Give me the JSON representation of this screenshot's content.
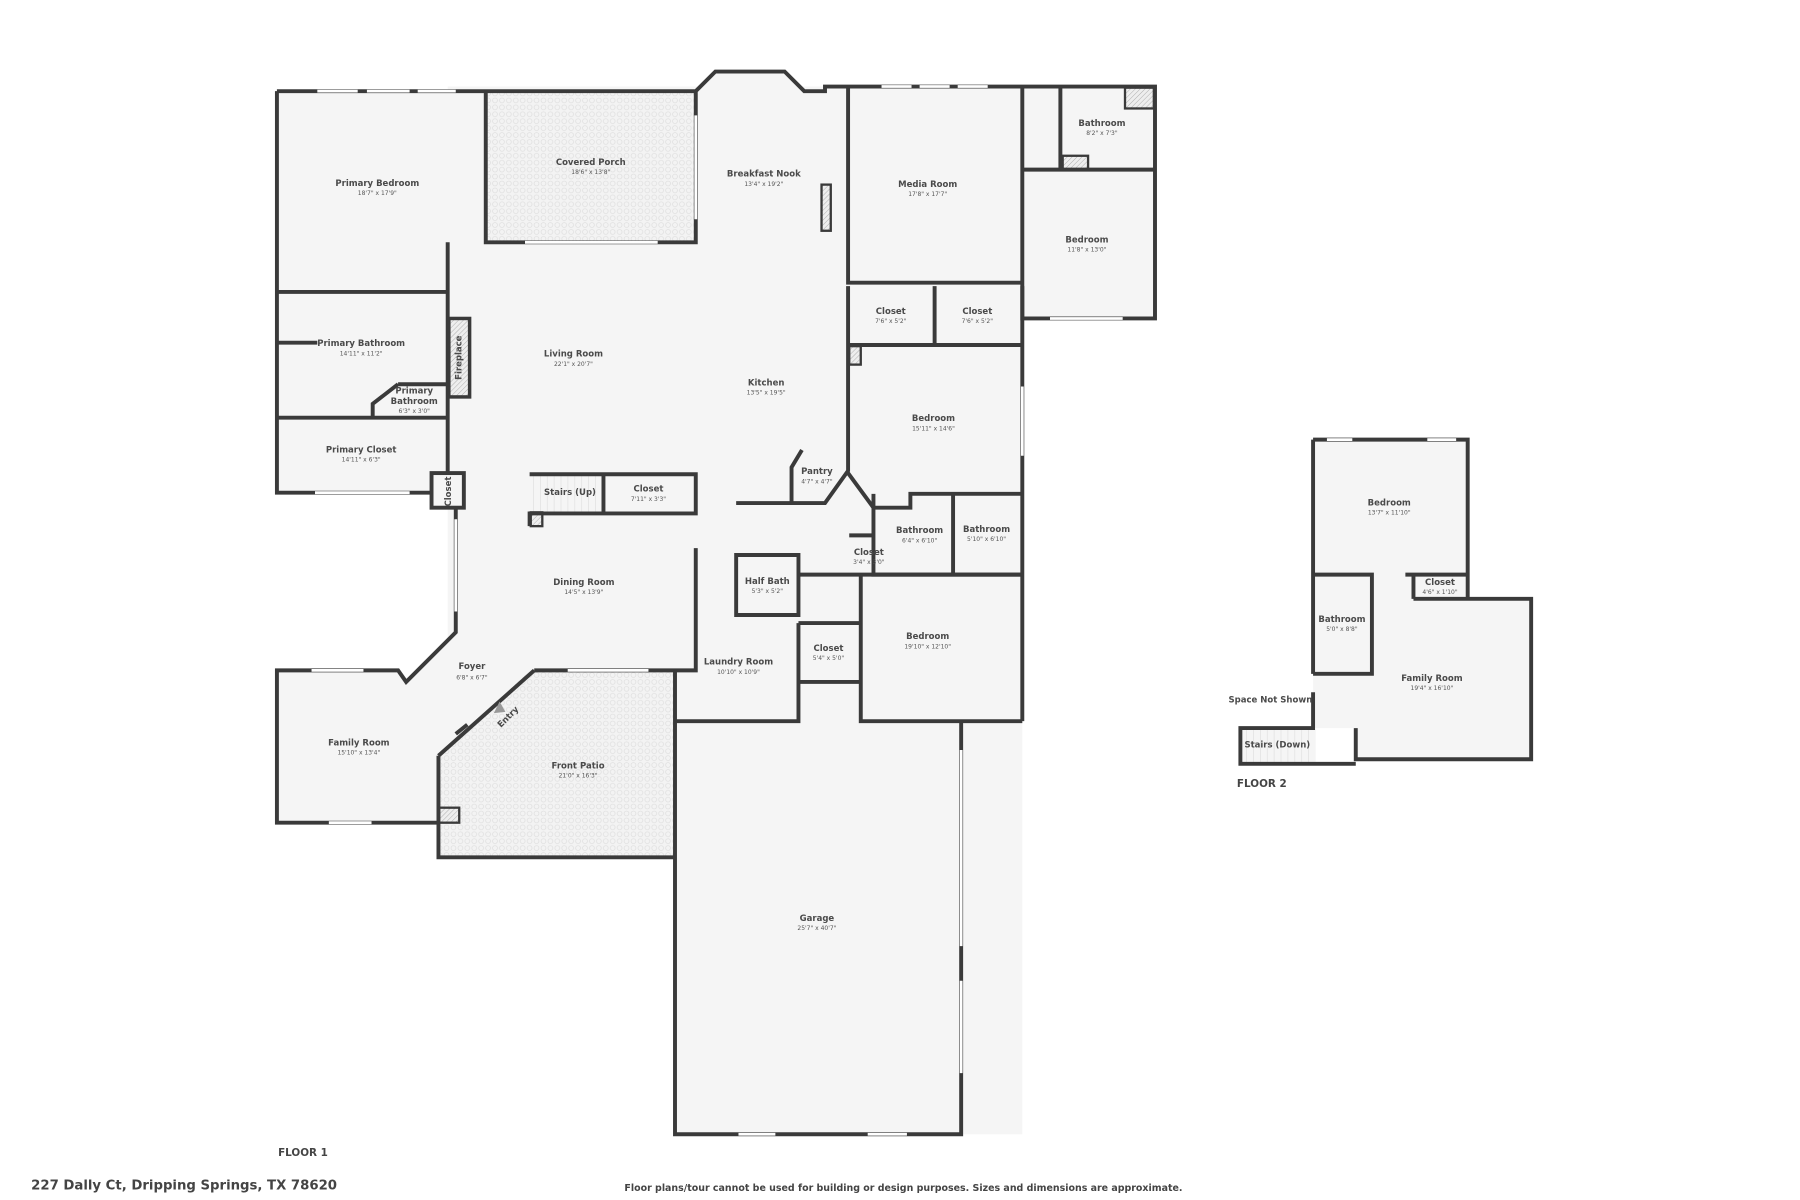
{
  "address": "227 Dally Ct, Dripping Springs, TX 78620",
  "disclaimer": "Floor plans/tour cannot be used for building or design purposes. Sizes and dimensions are approximate.",
  "floor1": {
    "label": "FLOOR 1",
    "rooms": {
      "primary_bedroom": {
        "name": "Primary Bedroom",
        "dims": "18'7\" x 17'9\""
      },
      "covered_porch": {
        "name": "Covered Porch",
        "dims": "18'6\" x 13'8\""
      },
      "breakfast_nook": {
        "name": "Breakfast Nook",
        "dims": "13'4\" x 19'2\""
      },
      "media_room": {
        "name": "Media Room",
        "dims": "17'8\" x 17'7\""
      },
      "bathroom_ne": {
        "name": "Bathroom",
        "dims": "8'2\" x 7'3\""
      },
      "bedroom_ne": {
        "name": "Bedroom",
        "dims": "11'8\" x 13'0\""
      },
      "closet_a": {
        "name": "Closet",
        "dims": "7'6\" x 5'2\""
      },
      "closet_b": {
        "name": "Closet",
        "dims": "7'6\" x 5'2\""
      },
      "living_room": {
        "name": "Living Room",
        "dims": "22'1\" x 20'7\""
      },
      "fireplace": {
        "name": "Fireplace"
      },
      "kitchen": {
        "name": "Kitchen",
        "dims": "13'5\" x 19'5\""
      },
      "primary_bathroom": {
        "name": "Primary Bathroom",
        "dims": "14'11\" x 11'2\""
      },
      "primary_bathroom_small": {
        "name_line1": "Primary",
        "name_line2": "Bathroom",
        "dims": "6'3\" x 3'0\""
      },
      "primary_closet": {
        "name": "Primary Closet",
        "dims": "14'11\" x 6'3\""
      },
      "closet_small": {
        "name": "Closet"
      },
      "bedroom_mid": {
        "name": "Bedroom",
        "dims": "15'11\" x 14'6\""
      },
      "pantry": {
        "name": "Pantry",
        "dims": "4'7\" x 4'7\""
      },
      "stairs_up": {
        "name": "Stairs (Up)"
      },
      "closet_stairs": {
        "name": "Closet",
        "dims": "7'11\" x 3'3\""
      },
      "bathroom_b1": {
        "name": "Bathroom",
        "dims": "6'4\" x 6'10\""
      },
      "bathroom_b2": {
        "name": "Bathroom",
        "dims": "5'10\" x 6'10\""
      },
      "closet_c": {
        "name": "Closet",
        "dims": "3'4\" x 3'0\""
      },
      "dining_room": {
        "name": "Dining Room",
        "dims": "14'5\" x 13'9\""
      },
      "half_bath": {
        "name": "Half Bath",
        "dims": "5'3\" x 5'2\""
      },
      "foyer": {
        "name": "Foyer",
        "dims": "6'8\" x 6'7\""
      },
      "entry": {
        "name": "Entry"
      },
      "laundry_room": {
        "name": "Laundry Room",
        "dims": "10'10\" x 10'9\""
      },
      "closet_d": {
        "name": "Closet",
        "dims": "5'4\" x 5'0\""
      },
      "bedroom_s": {
        "name": "Bedroom",
        "dims": "19'10\" x 12'10\""
      },
      "family_room": {
        "name": "Family Room",
        "dims": "15'10\" x 13'4\""
      },
      "front_patio": {
        "name": "Front Patio",
        "dims": "21'0\" x 16'3\""
      },
      "garage": {
        "name": "Garage",
        "dims": "25'7\" x 40'7\""
      }
    }
  },
  "floor2": {
    "label": "FLOOR 2",
    "rooms": {
      "bedroom": {
        "name": "Bedroom",
        "dims": "13'7\" x 11'10\""
      },
      "closet": {
        "name": "Closet",
        "dims": "4'6\" x 1'10\""
      },
      "bathroom": {
        "name": "Bathroom",
        "dims": "5'0\" x 8'8\""
      },
      "family_room": {
        "name": "Family Room",
        "dims": "19'4\" x 16'10\""
      },
      "space_not_shown": {
        "name": "Space Not Shown"
      },
      "stairs_down": {
        "name": "Stairs (Down)"
      }
    }
  },
  "colors": {
    "wall": "#3a3a3a",
    "floor": "#f5f5f5",
    "text": "#4a4a4a"
  }
}
